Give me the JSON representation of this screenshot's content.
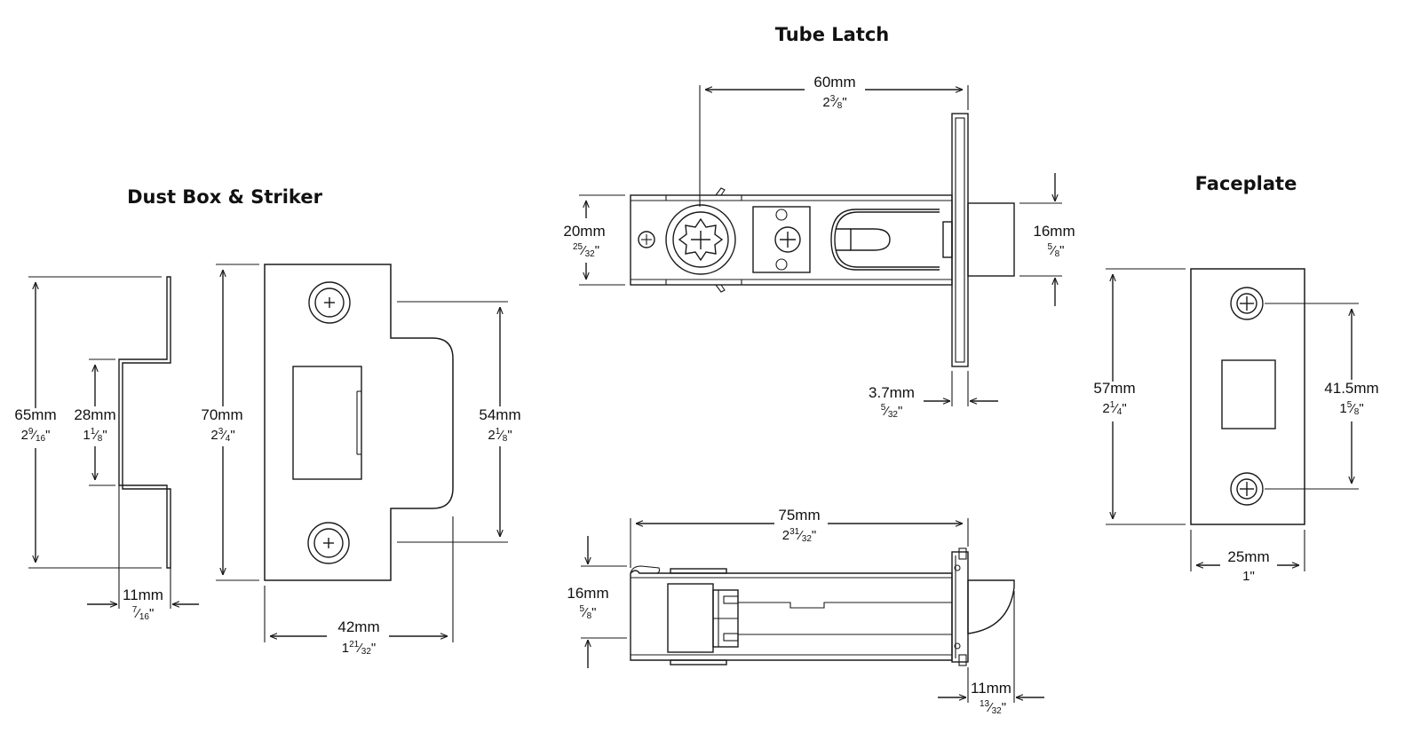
{
  "titles": {
    "dust_box": "Dust Box & Striker",
    "tube_latch": "Tube Latch",
    "faceplate": "Faceplate"
  },
  "dims": {
    "db_height_mm": "65mm",
    "db_height_in_a": "2",
    "db_height_in_num": "9",
    "db_height_in_den": "16",
    "db_height_in_b": "\"",
    "db_box_mm": "28mm",
    "db_box_in_a": "1",
    "db_box_in_num": "1",
    "db_box_in_den": "8",
    "db_box_in_b": "\"",
    "db_depth_mm": "11mm",
    "db_depth_in_num": "7",
    "db_depth_in_den": "16",
    "db_depth_in_b": "\"",
    "st_height_mm": "70mm",
    "st_height_in_a": "2",
    "st_height_in_num": "3",
    "st_height_in_den": "4",
    "st_height_in_b": "\"",
    "st_inner_mm": "54mm",
    "st_inner_in_a": "2",
    "st_inner_in_num": "1",
    "st_inner_in_den": "8",
    "st_inner_in_b": "\"",
    "st_width_mm": "42mm",
    "st_width_in_a": "1",
    "st_width_in_num": "21",
    "st_width_in_den": "32",
    "st_width_in_b": "\"",
    "tl_backset_mm": "60mm",
    "tl_backset_in_a": "2",
    "tl_backset_in_num": "3",
    "tl_backset_in_den": "8",
    "tl_backset_in_b": "\"",
    "tl_tube_mm": "20mm",
    "tl_tube_in_num": "25",
    "tl_tube_in_den": "32",
    "tl_tube_in_b": "\"",
    "tl_bolt_mm": "16mm",
    "tl_bolt_in_num": "5",
    "tl_bolt_in_den": "8",
    "tl_bolt_in_b": "\"",
    "tl_plate_mm": "3.7mm",
    "tl_plate_in_num": "5",
    "tl_plate_in_den": "32",
    "tl_plate_in_b": "\"",
    "tl_length_mm": "75mm",
    "tl_length_in_a": "2",
    "tl_length_in_num": "31",
    "tl_length_in_den": "32",
    "tl_length_in_b": "\"",
    "tl_side_mm": "16mm",
    "tl_side_in_num": "5",
    "tl_side_in_den": "8",
    "tl_side_in_b": "\"",
    "tl_throw_mm": "11mm",
    "tl_throw_in_num": "13",
    "tl_throw_in_den": "32",
    "tl_throw_in_b": "\"",
    "fp_height_mm": "57mm",
    "fp_height_in_a": "2",
    "fp_height_in_num": "1",
    "fp_height_in_den": "4",
    "fp_height_in_b": "\"",
    "fp_screws_mm": "41.5mm",
    "fp_screws_in_a": "1",
    "fp_screws_in_num": "5",
    "fp_screws_in_den": "8",
    "fp_screws_in_b": "\"",
    "fp_width_mm": "25mm",
    "fp_width_in": "1\""
  },
  "colors": {
    "ink": "#1a1a1a",
    "paper": "#ffffff"
  }
}
